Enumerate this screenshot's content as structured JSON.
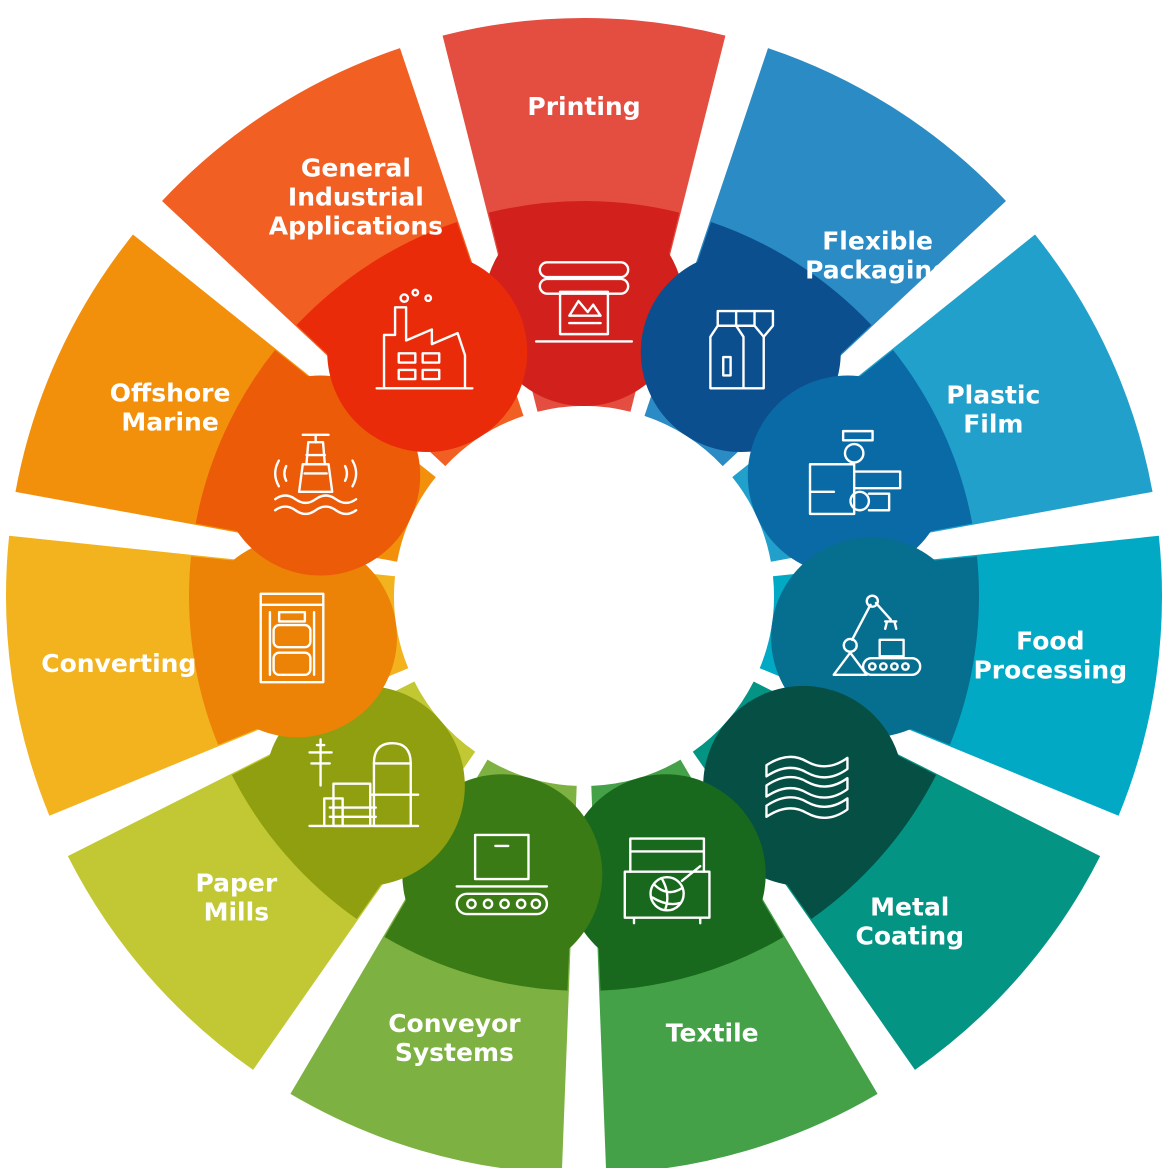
{
  "segments": [
    {
      "id": "printing",
      "lines": [
        "Printing"
      ],
      "outer": "#e44e41",
      "inner": "#d2201c",
      "icon": "printing-press-icon"
    },
    {
      "id": "flexible-packaging",
      "lines": [
        "Flexible",
        "Packaging"
      ],
      "outer": "#2b8bc4",
      "inner": "#0b4f8f",
      "icon": "packaging-bags-icon"
    },
    {
      "id": "plastic-film",
      "lines": [
        "Plastic",
        "Film"
      ],
      "outer": "#22a0cc",
      "inner": "#0a6aa6",
      "icon": "film-machine-icon"
    },
    {
      "id": "food-processing",
      "lines": [
        "Food",
        "Processing"
      ],
      "outer": "#02a9c5",
      "inner": "#066f90",
      "icon": "robot-arm-conveyor-icon"
    },
    {
      "id": "metal-coating",
      "lines": [
        "Metal",
        "Coating"
      ],
      "outer": "#049483",
      "inner": "#064f45",
      "icon": "metal-sheets-icon"
    },
    {
      "id": "textile",
      "lines": [
        "Textile"
      ],
      "outer": "#44a147",
      "inner": "#18691d",
      "icon": "yarn-basket-icon"
    },
    {
      "id": "conveyor-systems",
      "lines": [
        "Conveyor",
        "Systems"
      ],
      "outer": "#7db141",
      "inner": "#3b7b15",
      "icon": "conveyor-box-icon"
    },
    {
      "id": "paper-mills",
      "lines": [
        "Paper",
        "Mills"
      ],
      "outer": "#c1c834",
      "inner": "#8f9f0f",
      "icon": "paper-mill-icon"
    },
    {
      "id": "converting",
      "lines": [
        "Converting"
      ],
      "outer": "#f2b31f",
      "inner": "#ec8306",
      "icon": "converting-machine-icon"
    },
    {
      "id": "offshore-marine",
      "lines": [
        "Offshore",
        "Marine"
      ],
      "outer": "#f3900b",
      "inner": "#ec5b07",
      "icon": "marine-buoy-icon"
    },
    {
      "id": "general-industrial",
      "lines": [
        "General",
        "Industrial",
        "Applications"
      ],
      "outer": "#f25f22",
      "inner": "#ea2b0a",
      "icon": "factory-icon"
    }
  ]
}
